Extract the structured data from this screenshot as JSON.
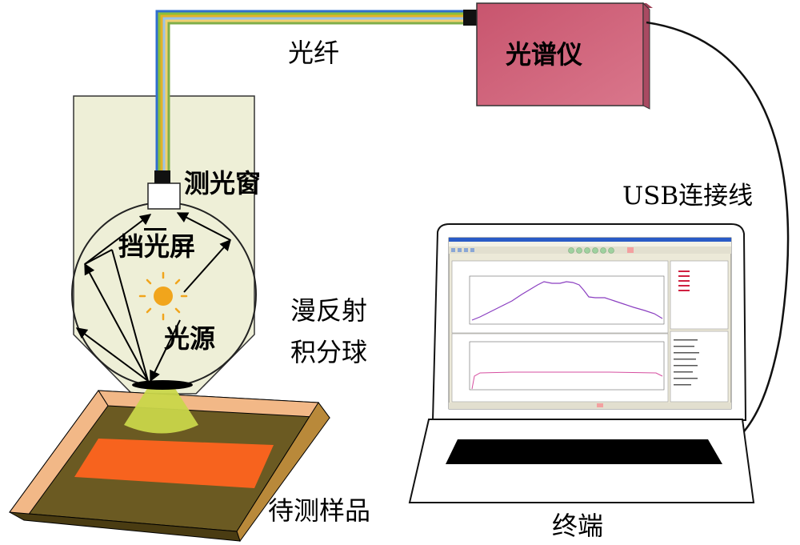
{
  "labels": {
    "fiber": "光纤",
    "spectrometer": "光谱仪",
    "usb_cable": "USB连接线",
    "window": "测光窗",
    "shield": "挡光屏",
    "source": "光源",
    "sphere_line1": "漫反射",
    "sphere_line2": "积分球",
    "sample": "待测样品",
    "terminal": "终端"
  },
  "colors": {
    "spectrometer_fill": "#c8556e",
    "housing_fill": "#eeefd7",
    "sample_orange": "#f7631e",
    "plate_brown": "#6b5a22",
    "plate_edge": "#f2b887",
    "beam_yellow": "#c9d64a",
    "sun": "#f1a51c",
    "curve_purple": "#8b3fc1"
  }
}
